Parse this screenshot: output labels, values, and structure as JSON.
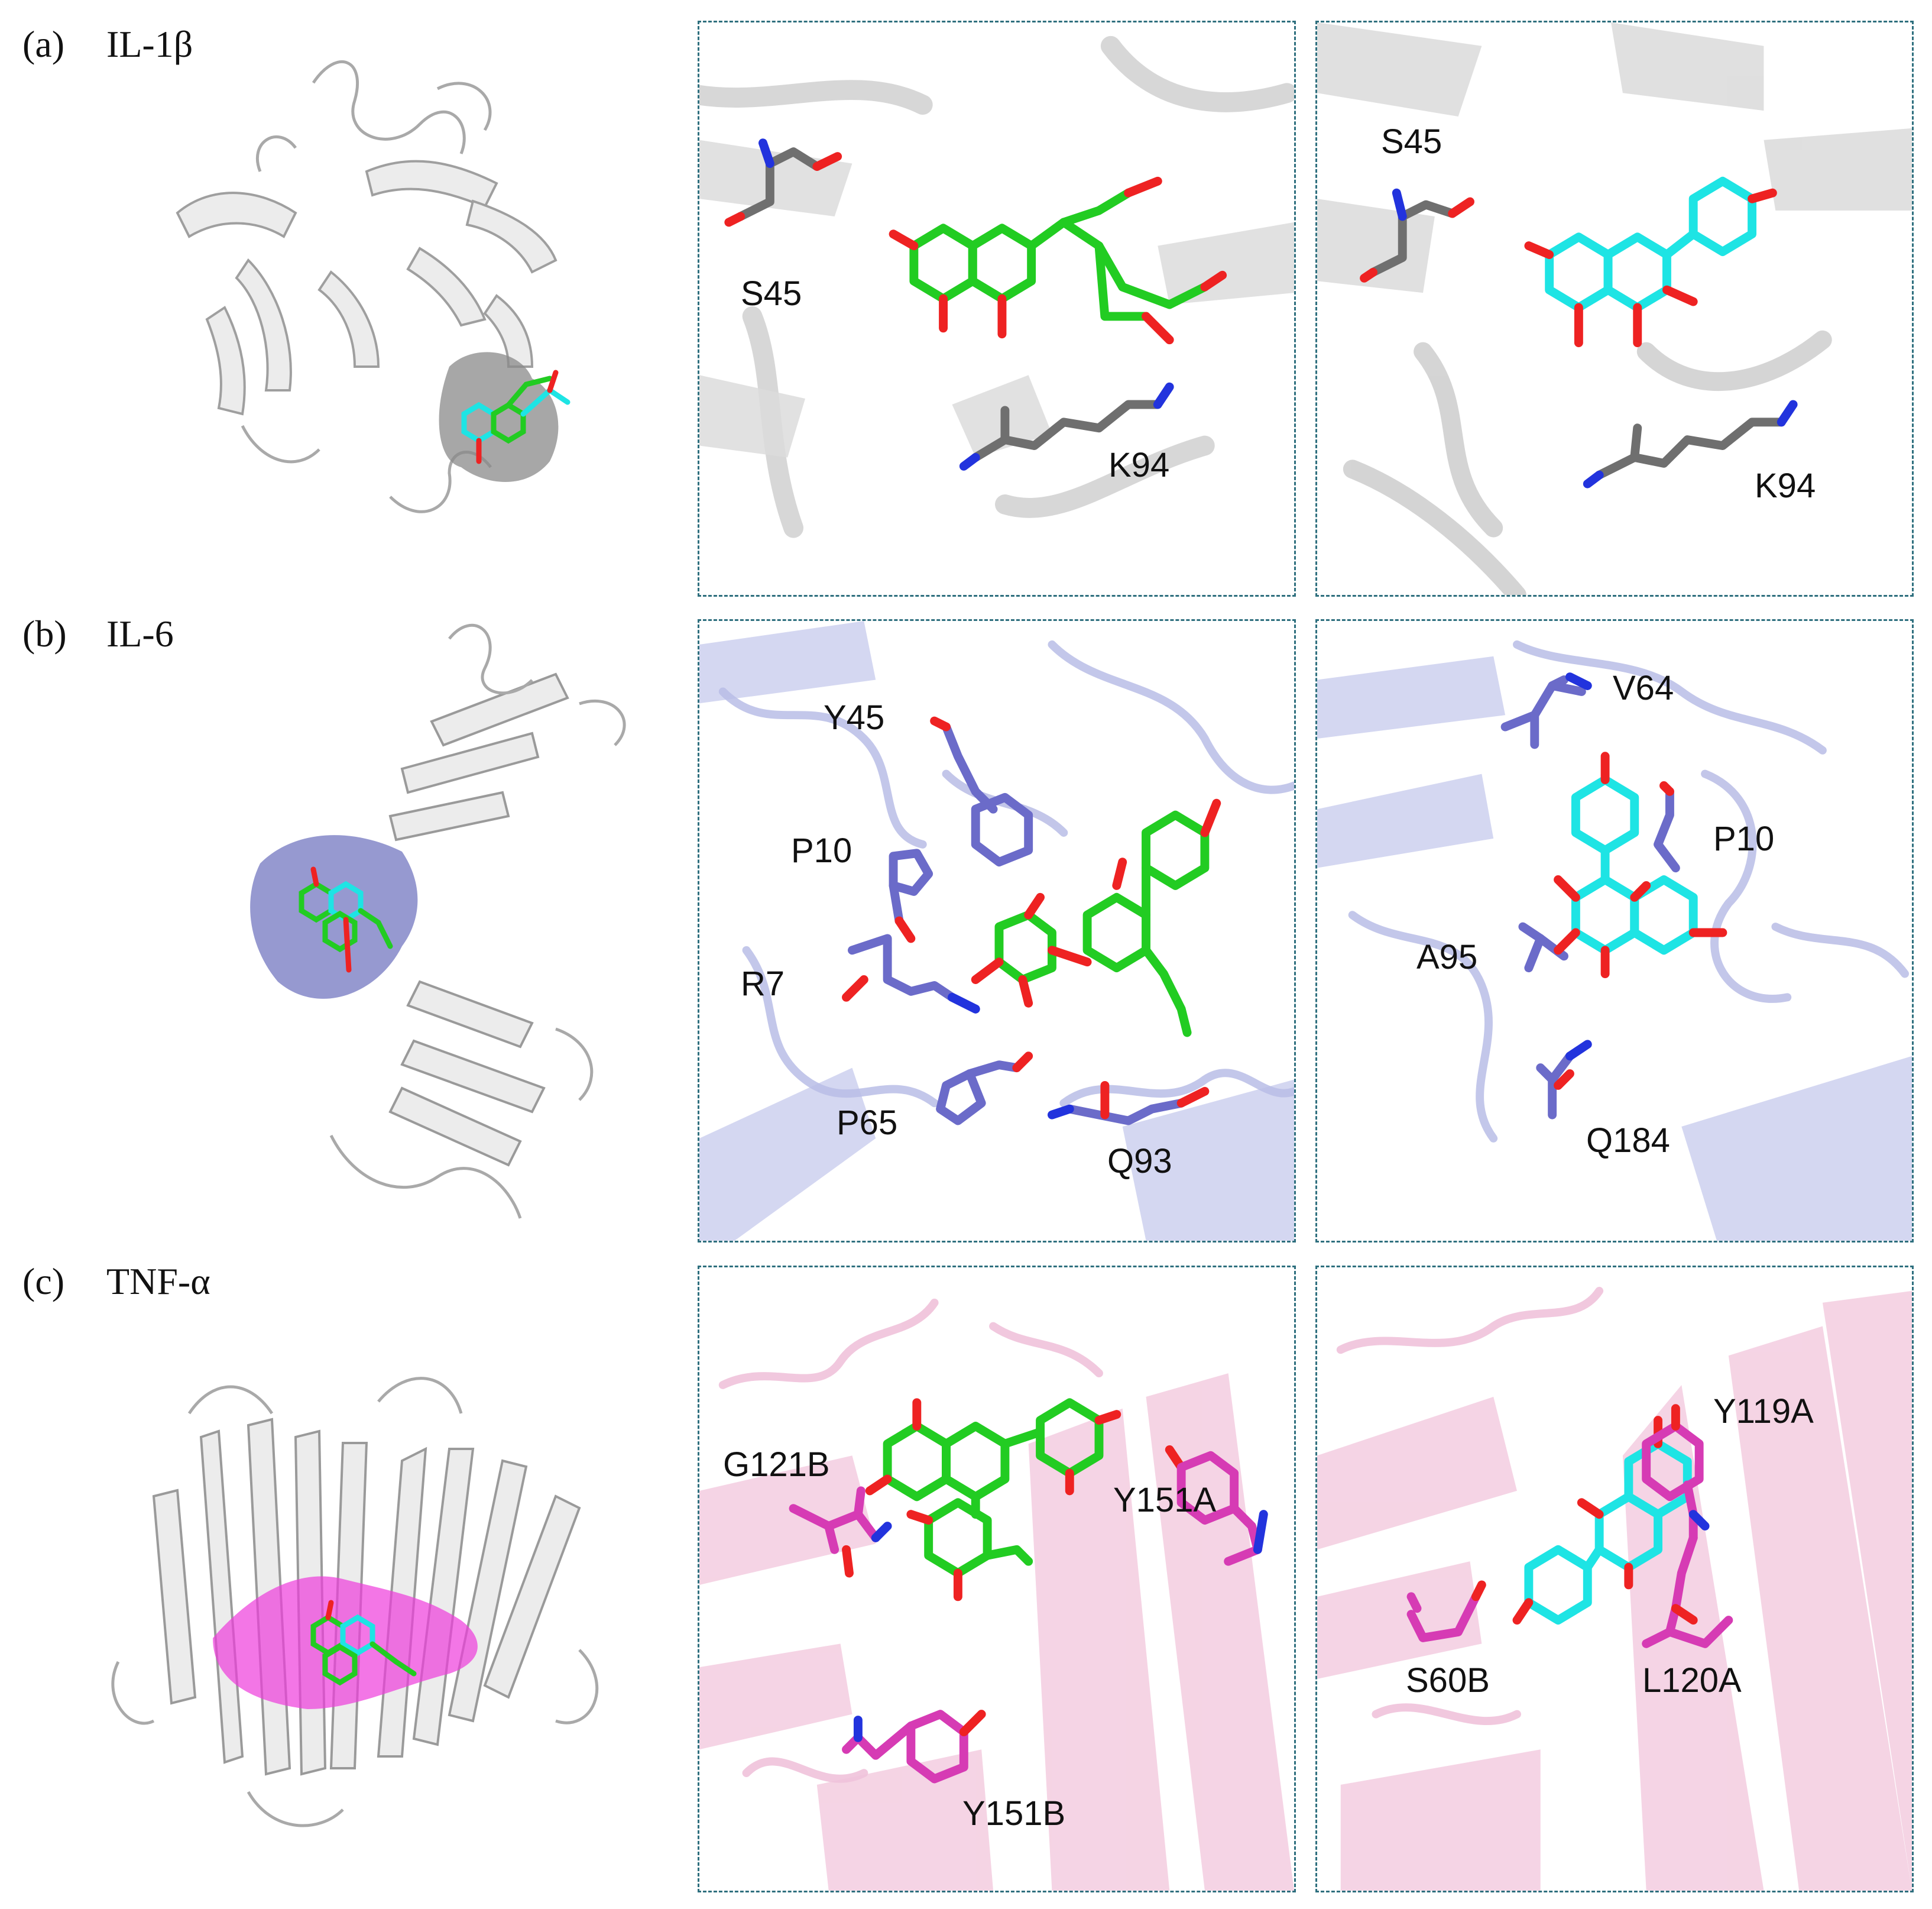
{
  "colors": {
    "panel_border": "#2e6f7e",
    "ligand_a": "#22cc22",
    "ligand_b": "#1ee4e4",
    "oxygen": "#ee2222",
    "nitrogen": "#2233dd",
    "il1b_residue": "#6f6f6f",
    "il6_residue": "#6b6bc9",
    "tnf_residue": "#d63bb4",
    "il1b_protein": "#c8c8c8",
    "il6_protein": "#b9bde6",
    "tnf_protein": "#f2c6dc",
    "il6_pocket": "#7c80c4",
    "tnf_pocket": "#ee3cdc"
  },
  "rows": [
    {
      "letter": "(a)",
      "protein": "IL-1β",
      "panel_left_residues": [
        "S45",
        "K94"
      ],
      "panel_right_residues": [
        "S45",
        "K94"
      ]
    },
    {
      "letter": "(b)",
      "protein": "IL-6",
      "panel_left_residues": [
        "Y45",
        "P10",
        "R7",
        "P65",
        "Q93"
      ],
      "panel_right_residues": [
        "V64",
        "P10",
        "A95",
        "Q184"
      ]
    },
    {
      "letter": "(c)",
      "protein": "TNF-α",
      "panel_left_residues": [
        "G121B",
        "Y151A",
        "Y151B"
      ],
      "panel_right_residues": [
        "Y119A",
        "S60B",
        "L120A"
      ]
    }
  ]
}
